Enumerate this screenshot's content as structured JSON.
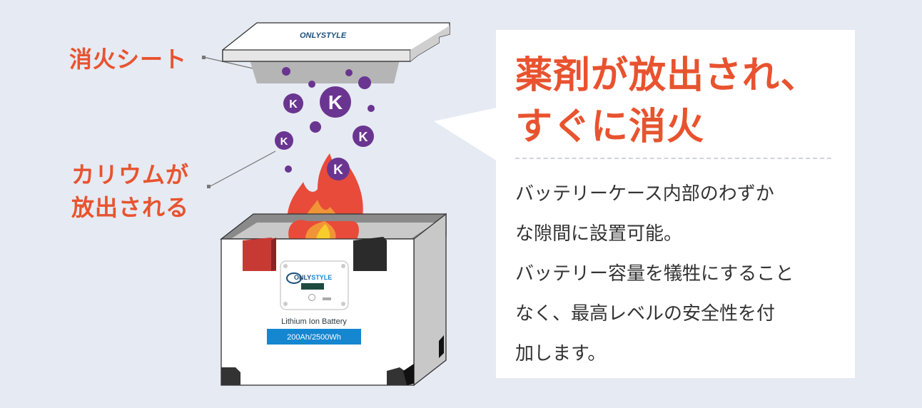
{
  "labels": {
    "sheet": "消火シート",
    "potassium_line1": "カリウムが",
    "potassium_line2": "放出される"
  },
  "callout": {
    "title_line1": "薬剤が放出され、",
    "title_line2": "すぐに消火",
    "body_lines": [
      "バッテリーケース内部のわずか",
      "な隙間に設置可能。",
      "バッテリー容量を犠牲にすること",
      "なく、最高レベルの安全性を付",
      "加します。"
    ]
  },
  "illustration": {
    "brand": "ONLYSTYLE",
    "brand_part1": "ONLY",
    "brand_part2": "STYLE",
    "battery_label": "Lithium Ion Battery",
    "battery_spec": "200Ah/2500Wh",
    "particle_symbol": "K"
  },
  "colors": {
    "accent": "#e8532f",
    "background": "#e6eaf3",
    "particle": "#6a3590",
    "spec_bar": "#1586d0"
  }
}
